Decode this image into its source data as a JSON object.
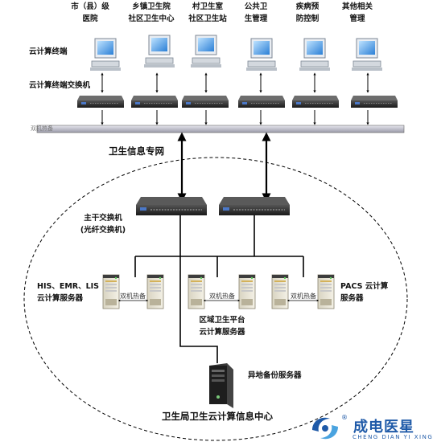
{
  "top_nodes": [
    {
      "line1": "市（县）级",
      "line2": "医院"
    },
    {
      "line1": "乡镇卫生院",
      "line2": "社区卫生中心"
    },
    {
      "line1": "村卫生室",
      "line2": "社区卫生站"
    },
    {
      "line1": "公共卫",
      "line2": "生管理"
    },
    {
      "line1": "疾病预",
      "line2": "防控制"
    },
    {
      "line1": "其他相关",
      "line2": "管理"
    }
  ],
  "labels": {
    "terminal_row": "云计算终端",
    "switch_row": "云计算终端交换机",
    "bus_label": "双机热备",
    "network": "卫生信息专网",
    "core_switch_l1": "主干交换机",
    "core_switch_l2": "(光纤交换机)",
    "left_servers_l1": "HIS、EMR、LIS",
    "left_servers_l2": "云计算服务器",
    "right_servers_l1": "PACS  云计算",
    "right_servers_l2": "服务器",
    "hot_standby": "双机热备",
    "regional_l1": "区域卫生平台",
    "regional_l2": "云计算服务器",
    "backup": "异地备份服务器",
    "center": "卫生局卫生云计算信息中心"
  },
  "logo": {
    "text_cn": "成电医星",
    "text_en": "CHENG DIAN YI XING",
    "reg_mark": "®",
    "colors": {
      "primary": "#1f5aa8",
      "accent": "#4aa3df"
    }
  },
  "icons": [
    "computer-icon",
    "switch-icon",
    "server-icon",
    "backup-server-icon",
    "logo-icon"
  ]
}
